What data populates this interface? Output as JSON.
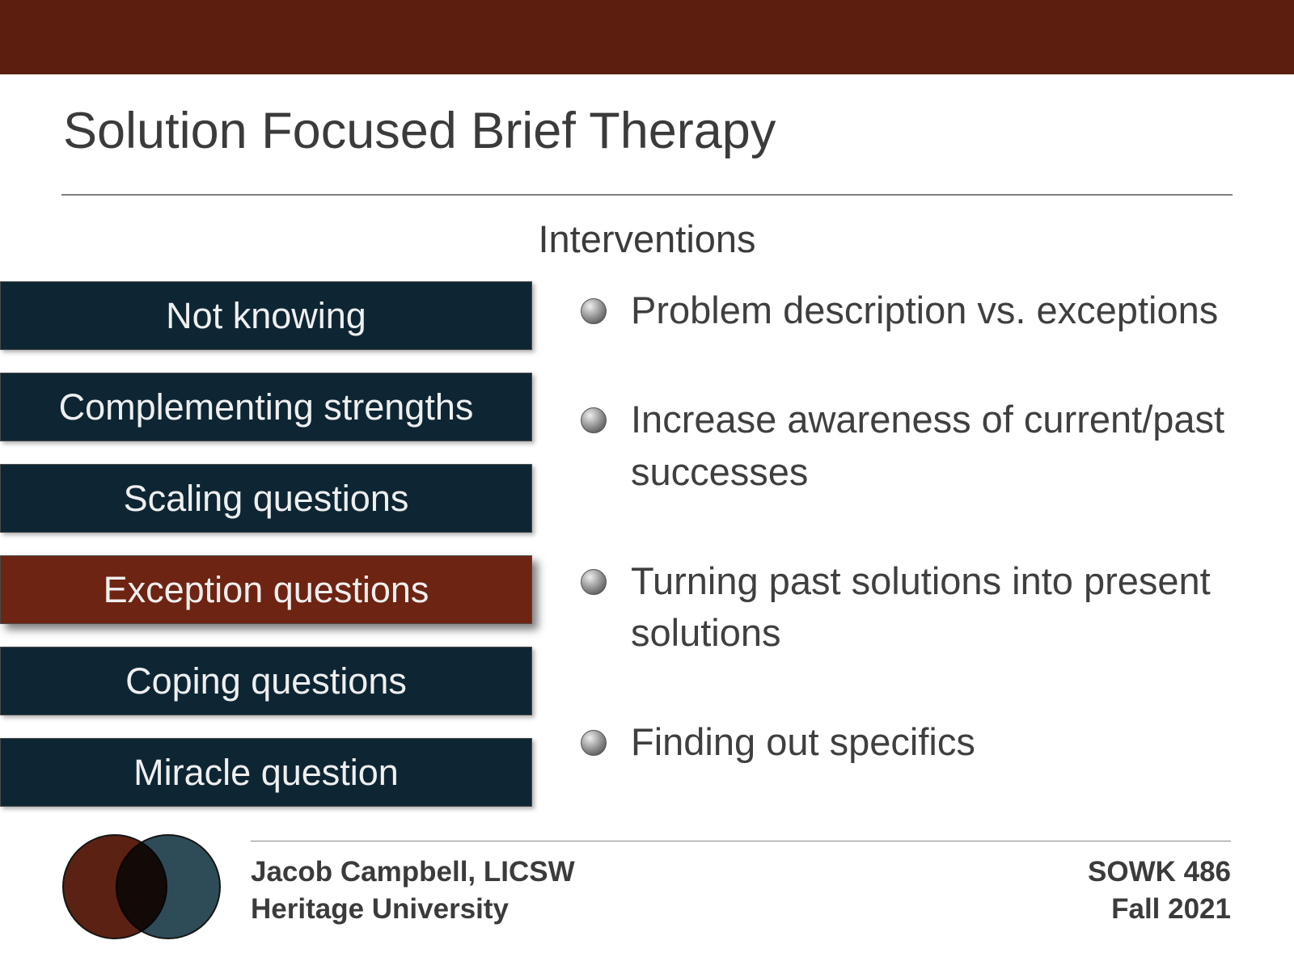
{
  "slide": {
    "title": "Solution Focused Brief Therapy",
    "subtitle": "Interventions",
    "techniques": [
      {
        "label": "Not knowing",
        "highlighted": false
      },
      {
        "label": "Complementing strengths",
        "highlighted": false
      },
      {
        "label": "Scaling questions",
        "highlighted": false
      },
      {
        "label": "Exception questions",
        "highlighted": true
      },
      {
        "label": "Coping questions",
        "highlighted": false
      },
      {
        "label": "Miracle question",
        "highlighted": false
      }
    ],
    "bullets": [
      "Problem description vs. exceptions",
      "Increase awareness of current/past successes",
      "Turning past solutions into present solutions",
      "Finding out specifics"
    ],
    "footer": {
      "author": "Jacob Campbell, LICSW",
      "institution": "Heritage University",
      "course": "SOWK 486",
      "term": "Fall 2021"
    },
    "colors": {
      "top_bar": "#5b1f10",
      "box_navy": "#0e2634",
      "box_highlight": "#6e2412",
      "logo_maroon": "#5b2113",
      "logo_teal": "#2e4c58"
    }
  }
}
